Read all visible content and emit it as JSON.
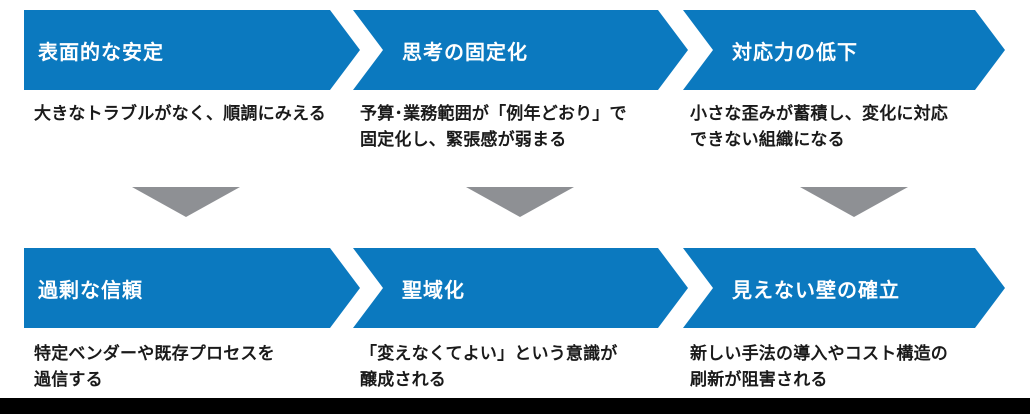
{
  "colors": {
    "arrow_blue": "#0b79bf",
    "triangle_gray": "#8e9094",
    "description_text": "#1a1a1a",
    "title_text": "#ffffff",
    "bottom_bar": "#000000"
  },
  "diagram": {
    "rows": [
      {
        "steps": [
          {
            "title": "表面的な安定",
            "description": "大きなトラブルがなく、順調にみえる"
          },
          {
            "title": "思考の固定化",
            "description": "予算･業務範囲が「例年どおり」で\n固定化し、緊張感が弱まる"
          },
          {
            "title": "対応力の低下",
            "description": "小さな歪みが蓄積し、変化に対応\nできない組織になる"
          }
        ]
      },
      {
        "steps": [
          {
            "title": "過剰な信頼",
            "description": "特定ベンダーや既存プロセスを\n過信する"
          },
          {
            "title": "聖域化",
            "description": "「変えなくてよい」という意識が\n醸成される"
          },
          {
            "title": "見えない壁の確立",
            "description": "新しい手法の導入やコスト構造の\n刷新が阻害される"
          }
        ]
      }
    ]
  }
}
